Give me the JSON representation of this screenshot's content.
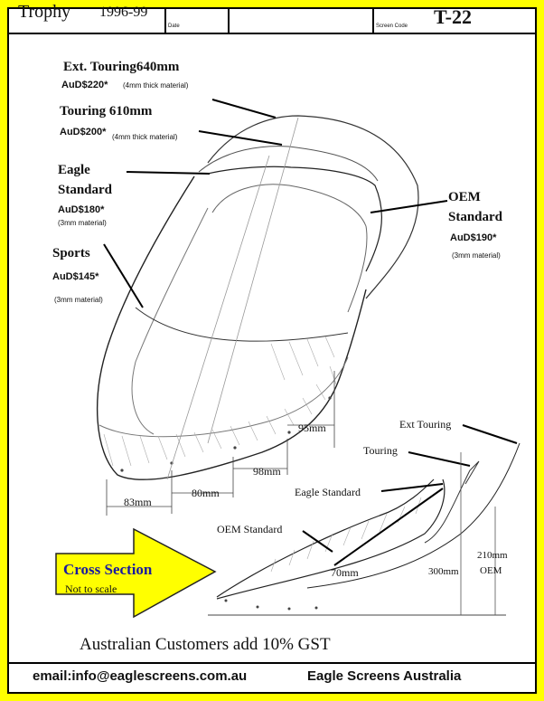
{
  "header": {
    "title": "Trophy",
    "years": "1996-99",
    "date_label": "Date",
    "screen_code_label": "Screen Code",
    "screen_code": "T-22"
  },
  "variants": [
    {
      "name": "Ext. Touring640mm",
      "price": "AuD$220*",
      "note": "(4mm thick material)"
    },
    {
      "name": "Touring 610mm",
      "price": "AuD$200*",
      "note": "(4mm thick material)"
    },
    {
      "name": "Eagle Standard",
      "name_line1": "Eagle",
      "name_line2": "Standard",
      "price": "AuD$180*",
      "note": "(3mm material)"
    },
    {
      "name": "OEM Standard",
      "name_line1": "OEM",
      "name_line2": "Standard",
      "price": "AuD$190*",
      "note": "(3mm material)"
    },
    {
      "name": "Sports",
      "price": "AuD$145*",
      "note": "(3mm material)"
    }
  ],
  "dimensions": {
    "d83": "83mm",
    "d80": "80mm",
    "d98": "98mm",
    "d95": "95mm",
    "d70": "70mm",
    "d300": "300mm",
    "d210": "210mm",
    "oem": "OEM"
  },
  "cross_section": {
    "title": "Cross Section",
    "subtitle": "Not to scale",
    "labels": [
      "Ext Touring",
      "Touring",
      "Eagle Standard",
      "OEM Standard"
    ]
  },
  "gst_note": "Australian Customers add 10% GST",
  "footer": {
    "email": "email:info@eaglescreens.com.au",
    "company": "Eagle Screens Australia"
  },
  "colors": {
    "border": "#ffff00",
    "arrow_fill": "#ffff00",
    "cross_title": "#1a1aa0"
  }
}
